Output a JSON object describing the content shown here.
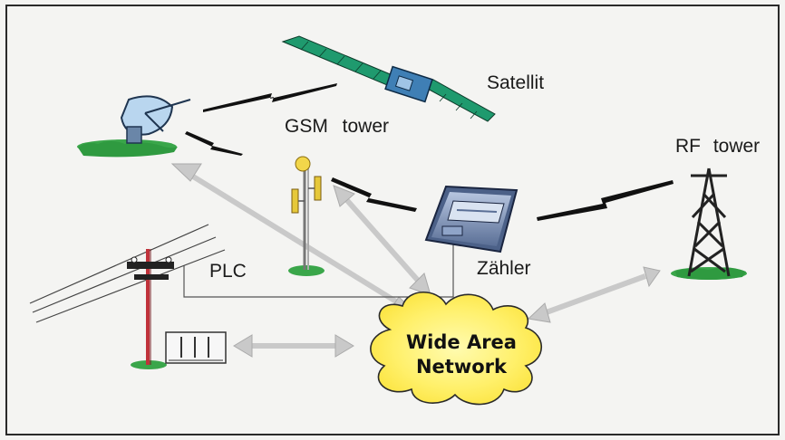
{
  "labels": {
    "satellit": "Satellit",
    "gsm_tower": "GSM   tower",
    "rf_tower": "RF   tower",
    "plc": "PLC",
    "zaehler": "Zähler",
    "wan_line1": "Wide  Area",
    "wan_line2": "Network"
  },
  "colors": {
    "background": "#f4f4f2",
    "frame": "#2a2a2a",
    "arrow": "#c8c8c8",
    "ground": "#3aa64a",
    "cloud_fill": "#fff27a",
    "link": "#111111",
    "tower": "#222222"
  }
}
